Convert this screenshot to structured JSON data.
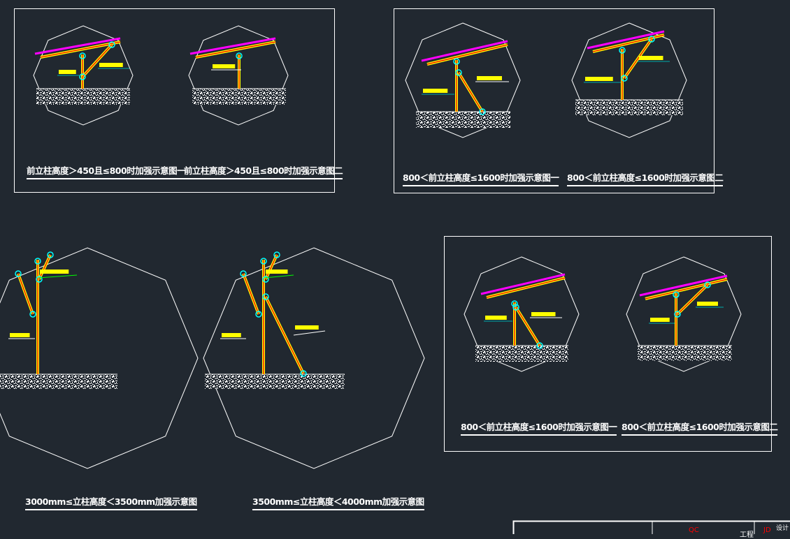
{
  "colors": {
    "background": "#212830",
    "line": "#ffffff",
    "rail": "#ff00ff",
    "steel": "#ffff00",
    "core": "#ff0000",
    "joint": "#00ffff",
    "leader": "#00ff00",
    "label": "#ffff00"
  },
  "titles": [
    "前立柱高度＞450且≤800时加强示意图一",
    "前立柱高度＞450且≤800时加强示意图二",
    "800＜前立柱高度≤1600时加强示意图一",
    "800＜前立柱高度≤1600时加强示意图二",
    "800＜前立柱高度≤1600时加强示意图一",
    "800＜前立柱高度≤1600时加强示意图二",
    "3000mm≤立柱高度＜3500mm加强示意图",
    "3500mm≤立柱高度＜4000mm加强示意图"
  ],
  "title_block": {
    "project_label": "工程",
    "qc_mark": "QC",
    "jd_mark": "JD",
    "design_label": "设计"
  }
}
